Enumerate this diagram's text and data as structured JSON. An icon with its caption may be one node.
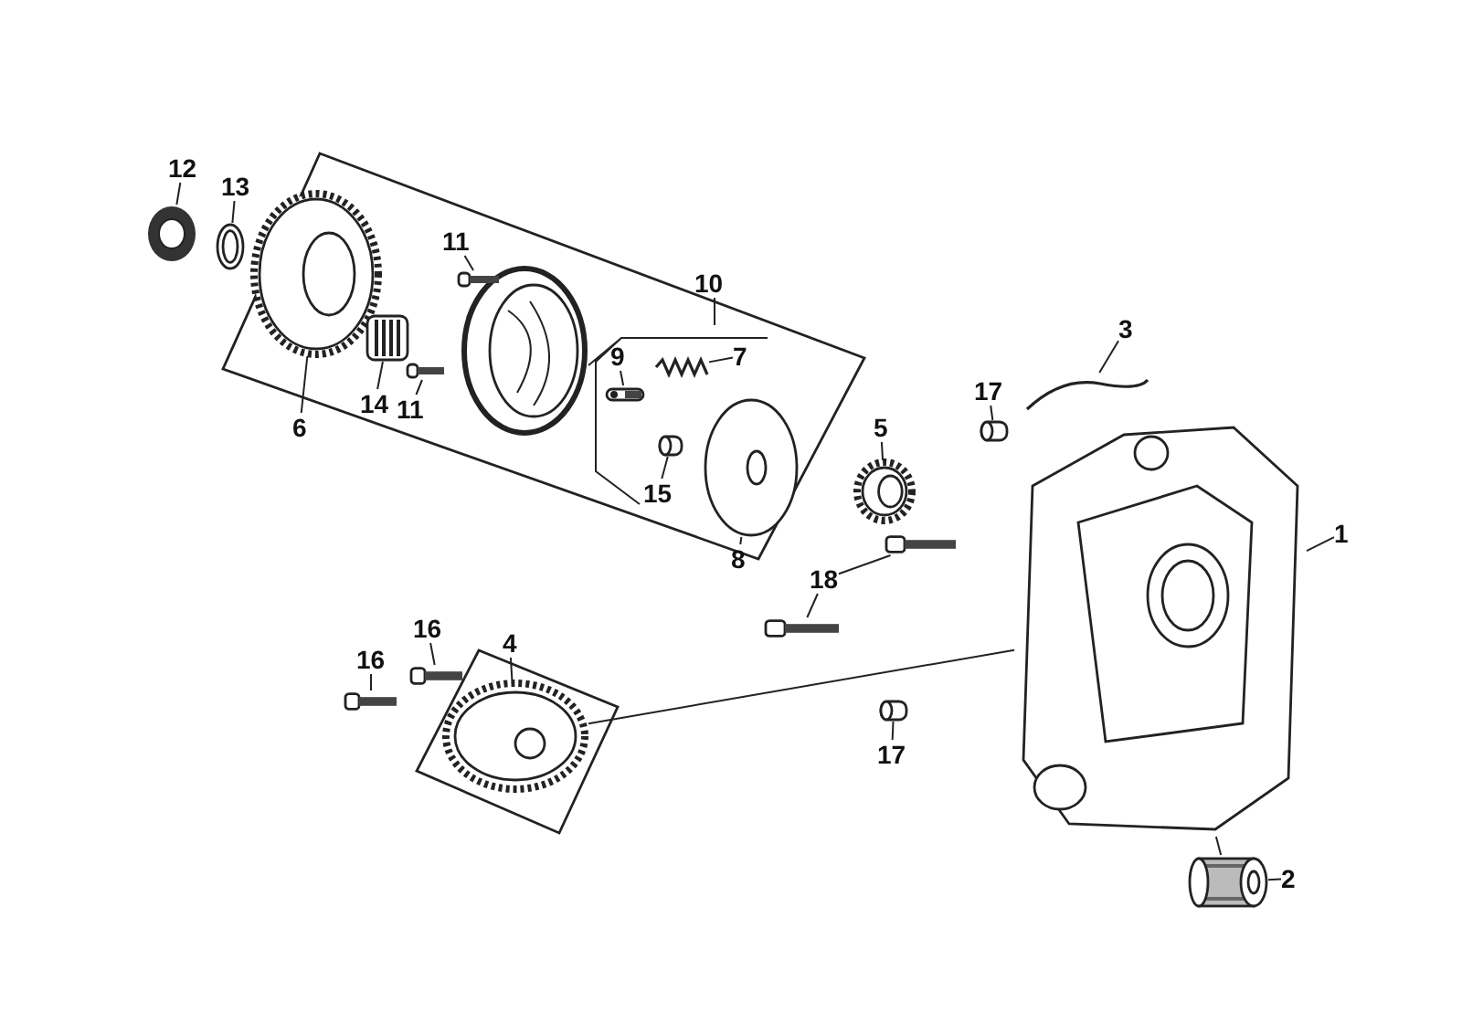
{
  "diagram": {
    "nodes": [
      {
        "text": [
          "12"
        ]
      },
      {
        "text": [
          "13"
        ]
      },
      {
        "text": [
          "11"
        ]
      },
      {
        "text": [
          "3"
        ]
      },
      {
        "text": [
          "9"
        ]
      },
      {
        "text": [
          "7"
        ]
      },
      {
        "text": [
          "17"
        ]
      },
      {
        "text": [
          "6"
        ]
      },
      {
        "text": [
          "14"
        ]
      },
      {
        "text": [
          "11"
        ]
      },
      {
        "text": [
          "5"
        ]
      },
      {
        "text": [
          "15"
        ]
      },
      {
        "text": [
          "1"
        ]
      },
      {
        "text": [
          "8"
        ]
      },
      {
        "text": [
          "18"
        ]
      },
      {
        "text": [
          "16"
        ]
      },
      {
        "text": [
          "4"
        ]
      },
      {
        "text": [
          "16"
        ]
      },
      {
        "text": [
          "17"
        ]
      },
      {
        "text": [
          "2"
        ]
      },
      {
        "text": [],
        "shape": "picture"
      },
      {
        "text": [],
        "shape": "picture"
      },
      {
        "text": [],
        "shape": "picture"
      },
      {
        "text": [],
        "shape": "picture"
      },
      {
        "text": [],
        "shape": "picture"
      },
      {
        "text": [],
        "shape": "picture"
      },
      {
        "text": [],
        "shape": "picture"
      },
      {
        "text": [],
        "shape": "picture"
      },
      {
        "text": [],
        "shape": "picture"
      },
      {
        "text": [],
        "shape": "picture"
      },
      {
        "text": [],
        "shape": "picture"
      },
      {
        "text": [],
        "shape": "picture"
      },
      {
        "text": [],
        "shape": "picture"
      },
      {
        "text": [],
        "shape": "picture"
      },
      {
        "text": [],
        "shape": "picture"
      },
      {
        "text": [],
        "shape": "picture"
      },
      {
        "text": [],
        "shape": "picture"
      },
      {
        "text": [],
        "shape": "picture"
      },
      {
        "text": [],
        "shape": "picture"
      },
      {
        "text": [],
        "shape": "picture"
      },
      {
        "text": [],
        "shape": "picture"
      }
    ],
    "edges": [
      {
        "from": 0,
        "to": 20,
        "arrow": "none"
      },
      {
        "from": 1,
        "to": 21,
        "arrow": "none"
      },
      {
        "from": 2,
        "to": 24,
        "arrow": "none"
      },
      {
        "from": 3,
        "to": 31,
        "arrow": "none"
      },
      {
        "from": 4,
        "to": 26,
        "arrow": "none"
      },
      {
        "from": 5,
        "to": 27,
        "arrow": "none"
      },
      {
        "from": 6,
        "to": 32,
        "arrow": "none"
      },
      {
        "from": 7,
        "to": 22,
        "arrow": "none"
      },
      {
        "from": 8,
        "to": 23,
        "arrow": "none"
      },
      {
        "from": 9,
        "to": 25,
        "arrow": "none"
      },
      {
        "from": 10,
        "to": 30,
        "arrow": "none"
      },
      {
        "from": 11,
        "to": 28,
        "arrow": "none"
      },
      {
        "from": 12,
        "to": 33,
        "arrow": "none"
      },
      {
        "from": 13,
        "to": 29,
        "arrow": "none"
      },
      {
        "from": 14,
        "to": 35,
        "arrow": "none"
      },
      {
        "from": 14,
        "to": 34,
        "arrow": "none"
      },
      {
        "from": 15,
        "to": 36,
        "arrow": "none"
      },
      {
        "from": 16,
        "to": 38,
        "arrow": "none"
      },
      {
        "from": 17,
        "to": 37,
        "arrow": "none"
      },
      {
        "from": 18,
        "to": 39,
        "arrow": "none"
      },
      {
        "from": 19,
        "to": 40,
        "arrow": "none"
      },
      {
        "from": 38,
        "to": 33,
        "arrow": "none"
      },
      {
        "from": 40,
        "to": 33,
        "arrow": "none"
      }
    ],
    "labels": [
      "10"
    ]
  }
}
